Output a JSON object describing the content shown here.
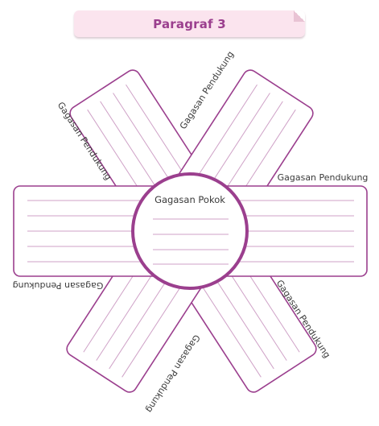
{
  "header": {
    "title": "Paragraf 3"
  },
  "center": {
    "label": "Gagasan Pokok"
  },
  "arms": [
    {
      "id": "upper-left",
      "label": "Gagasan Pendukung"
    },
    {
      "id": "upper-right",
      "label": "Gagasan Pendukung"
    },
    {
      "id": "right",
      "label": "Gagasan Pendukung"
    },
    {
      "id": "left",
      "label": "Gagasan Pendukung"
    },
    {
      "id": "lower-left",
      "label": "Gagasan Pendukung"
    },
    {
      "id": "lower-right",
      "label": "Gagasan Pendukung"
    }
  ],
  "colors": {
    "accent": "#9b3f8e",
    "line": "#cfa2c7",
    "tab": "#fbe4ee"
  }
}
